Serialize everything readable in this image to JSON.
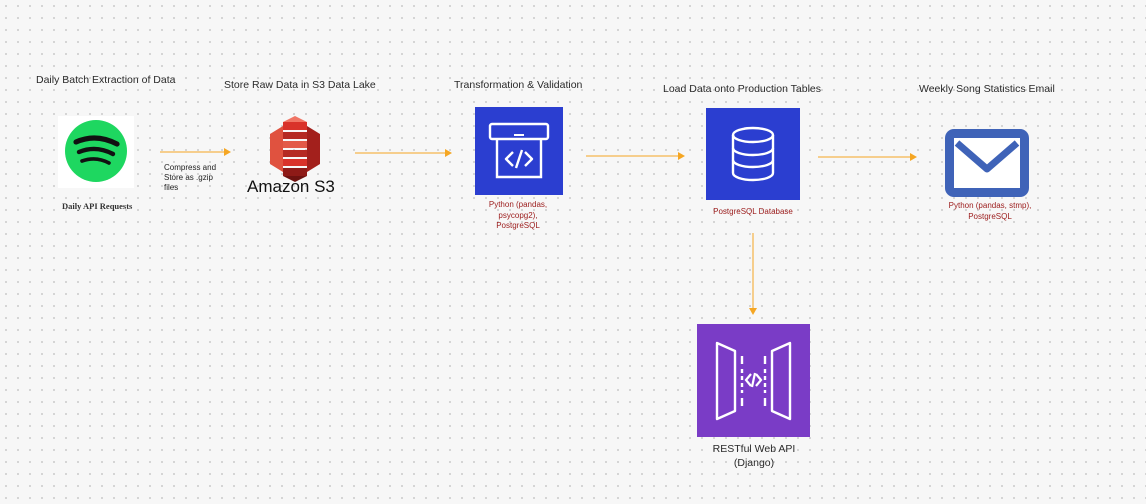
{
  "stages": [
    {
      "title": "Daily Batch Extraction of Data",
      "caption": "Daily API Requests",
      "icon": "spotify-logo-icon"
    },
    {
      "title": "Store Raw Data in S3 Data Lake",
      "caption": "Amazon S3",
      "icon": "amazon-s3-icon"
    },
    {
      "title": "Transformation & Validation",
      "caption": "Python (pandas, psycopg2), PostgreSQL",
      "icon": "code-window-icon"
    },
    {
      "title": "Load Data onto Production Tables",
      "caption": "PostgreSQL Database",
      "icon": "database-icon"
    },
    {
      "title": "Weekly Song Statistics Email",
      "caption": "Python (pandas, stmp), PostgreSQL",
      "icon": "envelope-icon"
    },
    {
      "title": "RESTful Web API (Django)",
      "icon": "api-gateway-icon"
    }
  ],
  "edges": [
    {
      "from": 0,
      "to": 1,
      "label": "Compress and Store as .gzip files"
    },
    {
      "from": 1,
      "to": 2
    },
    {
      "from": 2,
      "to": 3
    },
    {
      "from": 3,
      "to": 4
    },
    {
      "from": 3,
      "to": 5
    }
  ],
  "colors": {
    "arrow": "#f5a623",
    "tile_blue": "#2b3ed0",
    "tile_purple": "#7a3cc6",
    "spotify_green": "#1ed760",
    "s3_red": "#d9322a",
    "caption_red": "#9b1b1b",
    "mail_blue": "#3f63b8"
  }
}
